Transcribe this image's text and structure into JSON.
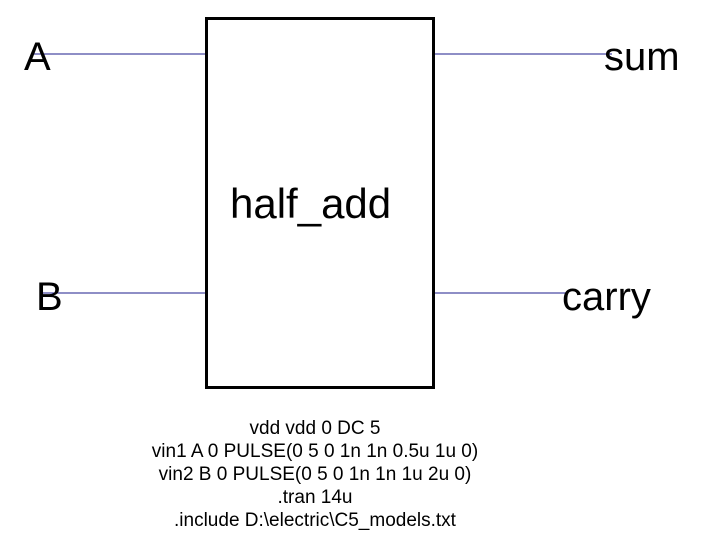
{
  "block": {
    "name": "half_add"
  },
  "ports": {
    "inputs": [
      "A",
      "B"
    ],
    "outputs": [
      "sum",
      "carry"
    ]
  },
  "spice_lines": [
    "vdd vdd 0 DC 5",
    "vin1 A 0 PULSE(0 5 0 1n 1n 0.5u 1u 0)",
    "vin2 B 0 PULSE(0 5 0 1n 1n 1u 2u 0)",
    ".tran 14u",
    ".include D:\\electric\\C5_models.txt"
  ],
  "colors": {
    "wire": "#1c1c8c",
    "outline": "#000000",
    "background": "#ffffff"
  }
}
